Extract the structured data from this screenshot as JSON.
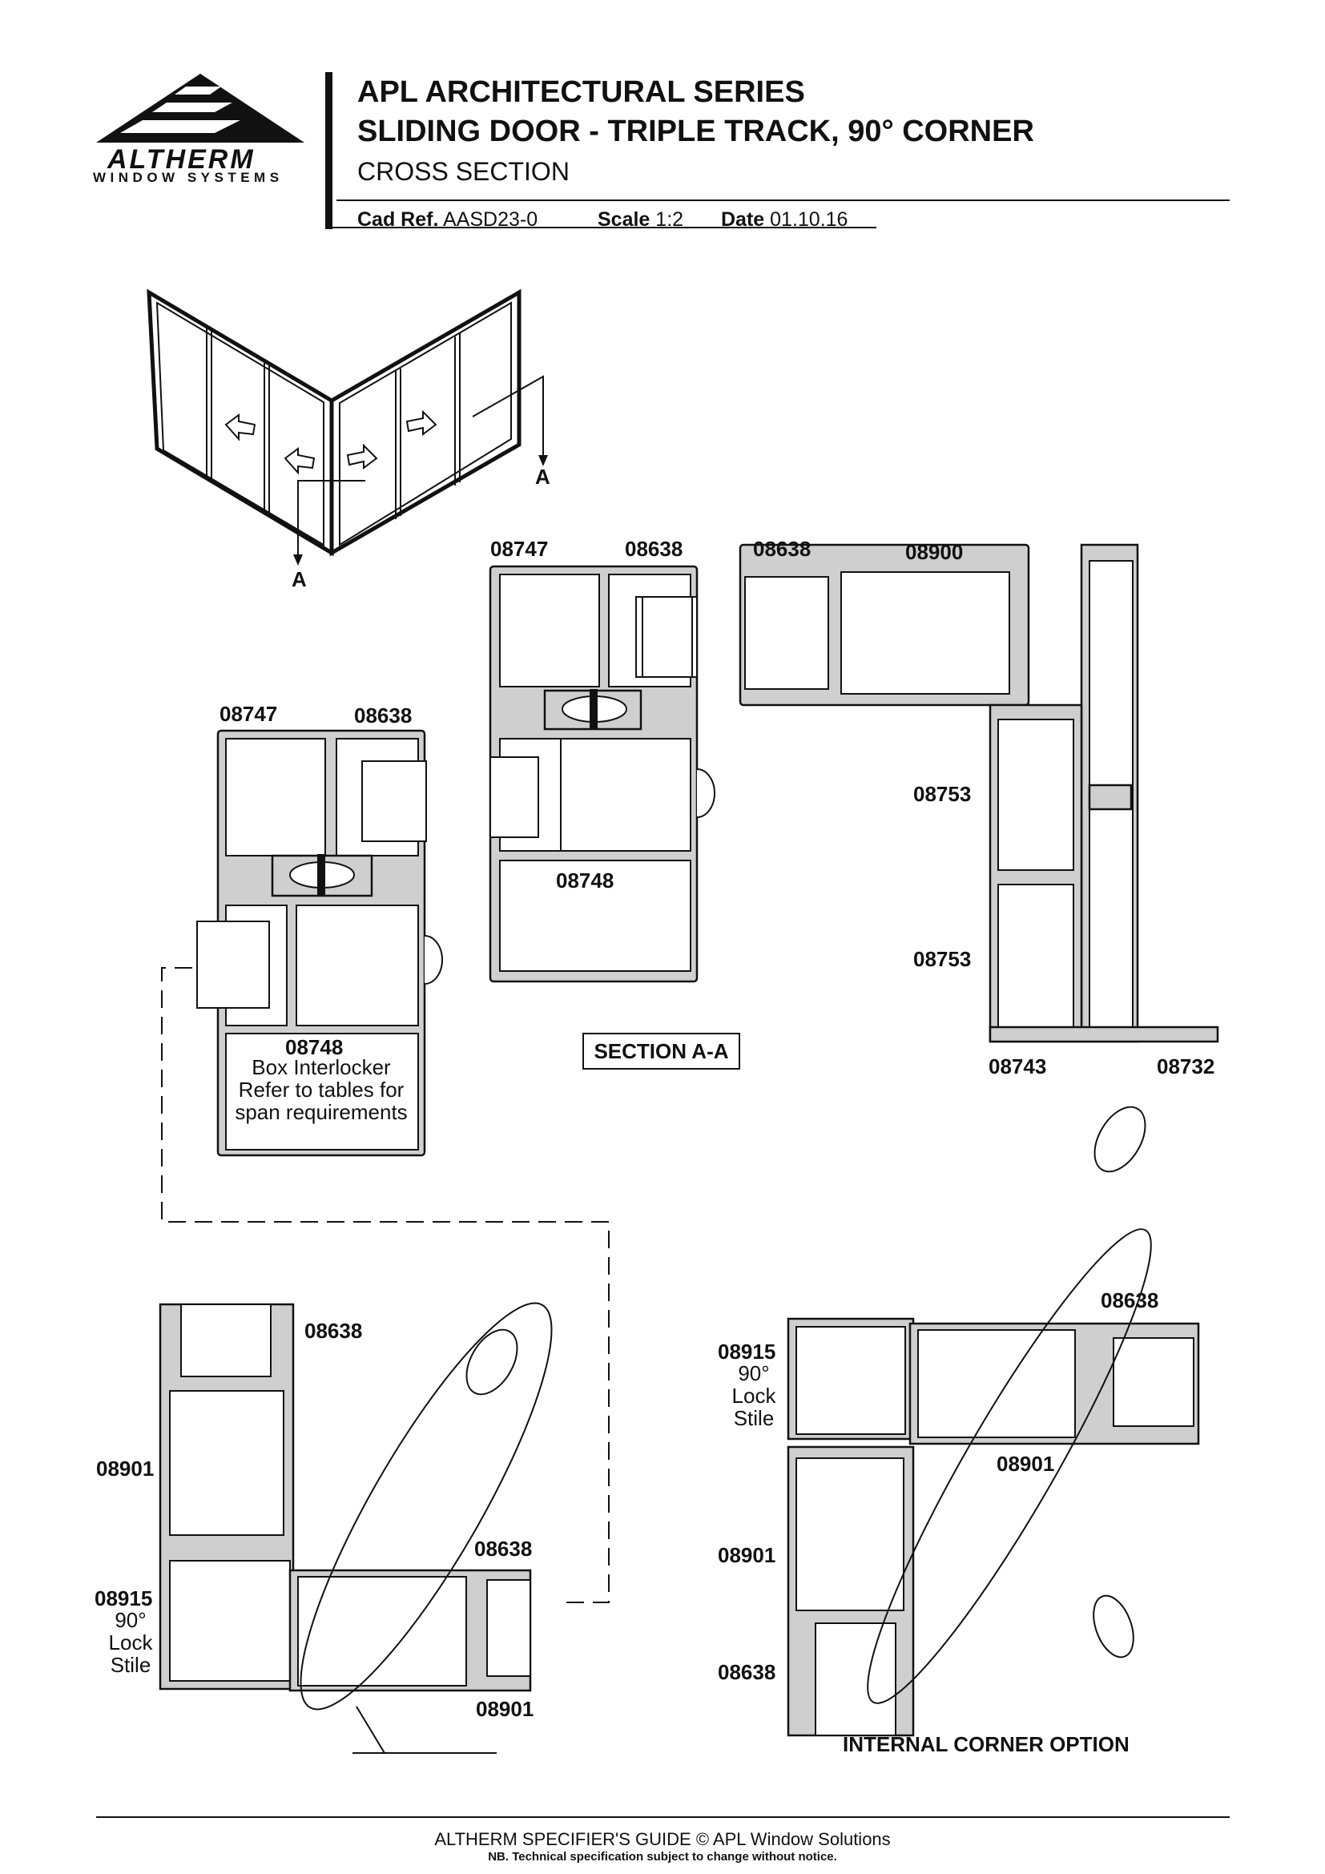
{
  "brand": {
    "name": "ALTHERM",
    "tagline": "WINDOW SYSTEMS"
  },
  "header": {
    "title_line1": "APL ARCHITECTURAL SERIES",
    "title_line2": "SLIDING DOOR - TRIPLE TRACK, 90° CORNER",
    "title_line3": "CROSS SECTION",
    "cad_ref_label": "Cad Ref.",
    "cad_ref_value": "AASD23-0",
    "scale_label": "Scale",
    "scale_value": "1:2",
    "date_label": "Date",
    "date_value": "01.10.16"
  },
  "iso_view": {
    "section_marker_left": "A",
    "section_marker_right": "A"
  },
  "section_aa": {
    "title": "SECTION A-A",
    "labels": {
      "top_left_code": "08747",
      "top_left_glazing": "08638",
      "top_right_glazing": "08638",
      "top_right_code": "08900",
      "mid_code": "08748",
      "right_upper": "08753",
      "right_lower": "08753",
      "bottom_left": "08743",
      "bottom_right": "08732"
    }
  },
  "interlocker_detail": {
    "code_a": "08747",
    "code_b": "08638",
    "code_c": "08748",
    "note_line1": "Box Interlocker",
    "note_line2": "Refer to tables for",
    "note_line3": "span requirements"
  },
  "corner_detail_left": {
    "top_glazing": "08638",
    "stile": "08901",
    "right_glazing": "08638",
    "lock_code": "08915",
    "lock_line1": "90°",
    "lock_line2": "Lock",
    "lock_line3": "Stile",
    "bottom_code": "08901"
  },
  "corner_detail_internal": {
    "title": "INTERNAL CORNER OPTION",
    "top_glazing": "08638",
    "lock_code": "08915",
    "lock_line1": "90°",
    "lock_line2": "Lock",
    "lock_line3": "Stile",
    "stile_a": "08901",
    "stile_b": "08901",
    "bottom_glazing": "08638"
  },
  "footer": {
    "line1": "ALTHERM SPECIFIER'S GUIDE  © APL Window Solutions",
    "line2": "NB. Technical specification subject to change without notice."
  }
}
